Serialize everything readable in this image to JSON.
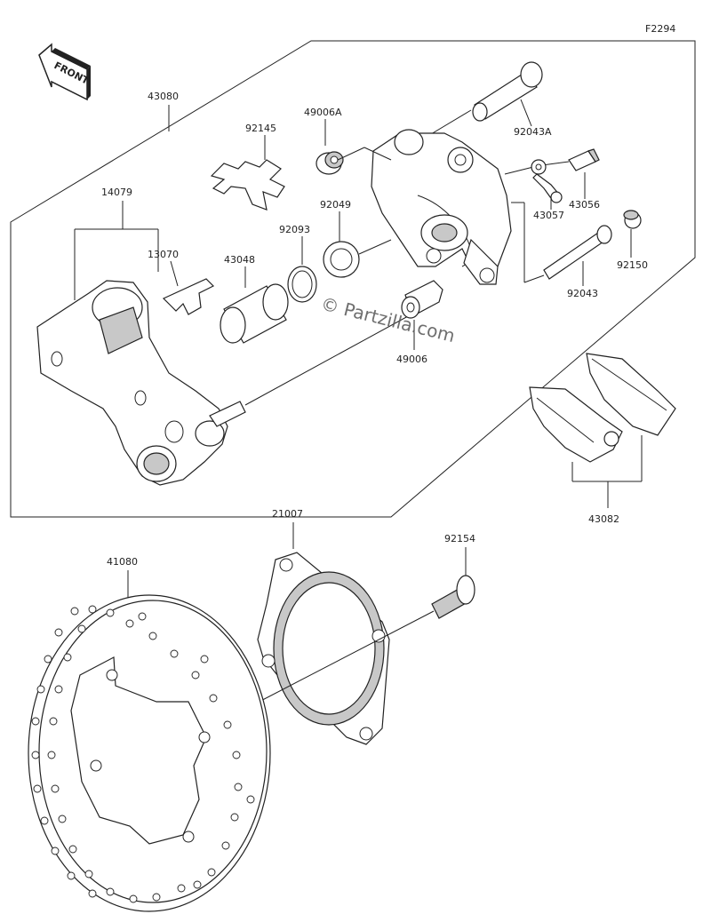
{
  "figure_id": "F2294",
  "watermark": "© Partzilla.com",
  "front_badge": "FRONT",
  "parts": {
    "p43080": "43080",
    "p92145": "92145",
    "p49006A": "49006A",
    "p92043A": "92043A",
    "p14079": "14079",
    "p43056": "43056",
    "p92049": "92049",
    "p92093": "92093",
    "p43057": "43057",
    "p92150": "92150",
    "p13070": "13070",
    "p43048": "43048",
    "p92043": "92043",
    "p49006": "49006",
    "p43082": "43082",
    "p21007": "21007",
    "p92154": "92154",
    "p41080": "41080"
  }
}
